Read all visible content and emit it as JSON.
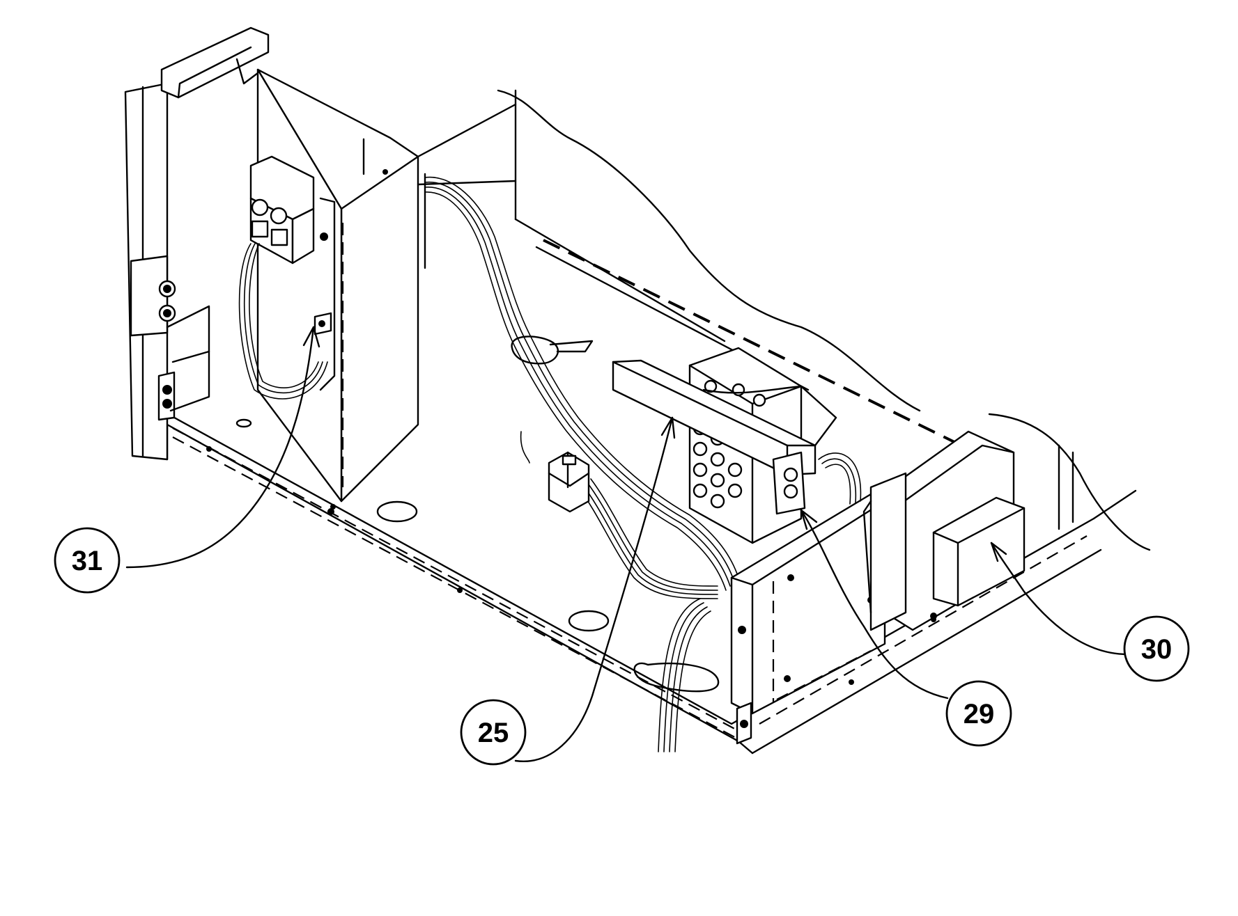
{
  "diagram": {
    "callouts": [
      {
        "id": "callout-31",
        "label": "31"
      },
      {
        "id": "callout-25",
        "label": "25"
      },
      {
        "id": "callout-29",
        "label": "29"
      },
      {
        "id": "callout-30",
        "label": "30"
      }
    ]
  }
}
